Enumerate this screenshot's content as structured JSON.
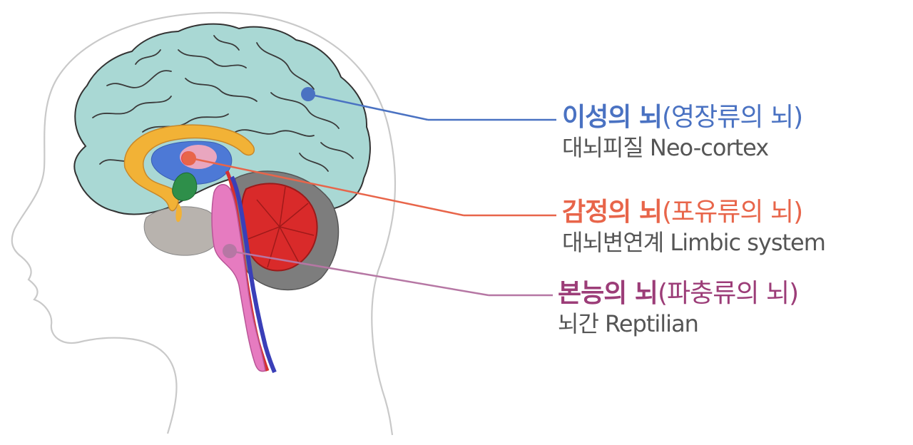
{
  "colors": {
    "neo": "#4a72c2",
    "limbic": "#e8654a",
    "reptilian": "#9c3d78",
    "subtext": "#555555",
    "cortex_fill": "#a9d8d4",
    "cingulate": "#f2b236",
    "thalamus": "#4d79d6",
    "cerebellum": "#d92a2a",
    "brainstem": "#e67bc0"
  },
  "labels": [
    {
      "id": "neo",
      "title_bold": "이성의 뇌",
      "title_paren": "(영장류의 뇌)",
      "subtitle": "대뇌피질 Neo-cortex"
    },
    {
      "id": "limbic",
      "title_bold": "감정의 뇌",
      "title_paren": "(포유류의 뇌)",
      "subtitle": "대뇌변연계 Limbic system"
    },
    {
      "id": "reptilian",
      "title_bold": "본능의 뇌",
      "title_paren": "(파충류의 뇌)",
      "subtitle": "뇌간 Reptilian"
    }
  ]
}
